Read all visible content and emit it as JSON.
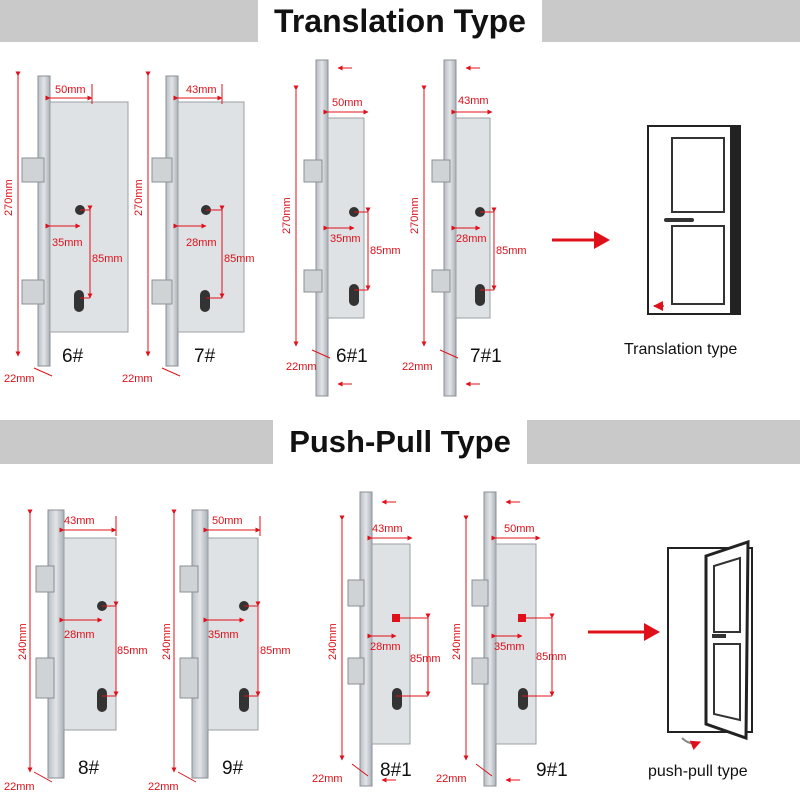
{
  "sections": {
    "translation": {
      "title": "Translation Type",
      "door_caption": "Translation type",
      "locks": [
        {
          "model": "6#",
          "width": "50mm",
          "height": "270mm",
          "spacing": "85mm",
          "backset": "35mm",
          "faceplate": "22mm"
        },
        {
          "model": "7#",
          "width": "43mm",
          "height": "270mm",
          "spacing": "85mm",
          "backset": "28mm",
          "faceplate": "22mm"
        },
        {
          "model": "6#1",
          "width": "50mm",
          "height": "270mm",
          "spacing": "85mm",
          "backset": "35mm",
          "faceplate": "22mm"
        },
        {
          "model": "7#1",
          "width": "43mm",
          "height": "270mm",
          "spacing": "85mm",
          "backset": "28mm",
          "faceplate": "22mm"
        }
      ]
    },
    "pushpull": {
      "title": "Push-Pull Type",
      "door_caption": "push-pull type",
      "locks": [
        {
          "model": "8#",
          "width": "43mm",
          "height": "240mm",
          "spacing": "85mm",
          "backset": "28mm",
          "faceplate": "22mm"
        },
        {
          "model": "9#",
          "width": "50mm",
          "height": "240mm",
          "spacing": "85mm",
          "backset": "35mm",
          "faceplate": "22mm"
        },
        {
          "model": "8#1",
          "width": "43mm",
          "height": "240mm",
          "spacing": "85mm",
          "backset": "28mm",
          "faceplate": "22mm"
        },
        {
          "model": "9#1",
          "width": "50mm",
          "height": "240mm",
          "spacing": "85mm",
          "backset": "35mm",
          "faceplate": "22mm"
        }
      ]
    }
  },
  "colors": {
    "accent": "#e0101a",
    "band": "#c9c9c9",
    "metal": "#c7ccd1",
    "plate": "#dfe2e4"
  }
}
